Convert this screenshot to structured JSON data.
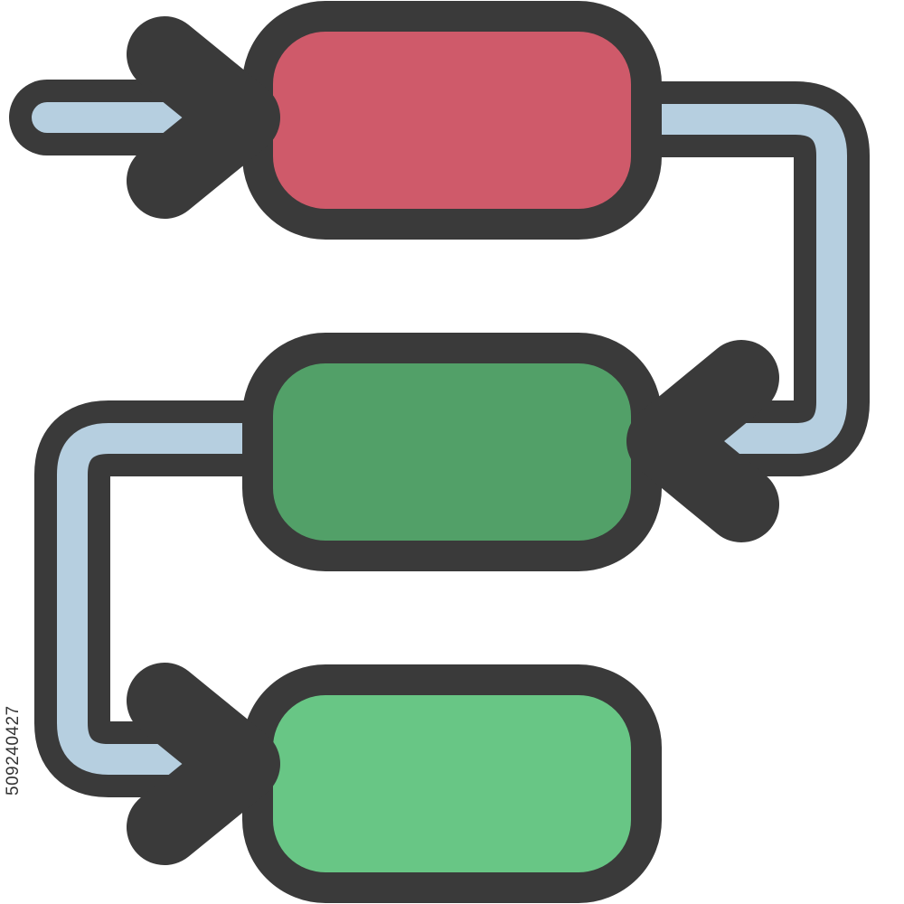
{
  "icon": {
    "name": "process-flow-icon",
    "colors": {
      "outline": "#3a3a3a",
      "arrow_fill": "#b6cfe0",
      "box_top": "#cf5a6a",
      "box_middle": "#52a068",
      "box_bottom": "#68c685",
      "background": "#ffffff"
    },
    "boxes": [
      {
        "id": "step-1",
        "color_key": "box_top"
      },
      {
        "id": "step-2",
        "color_key": "box_middle"
      },
      {
        "id": "step-3",
        "color_key": "box_bottom"
      }
    ],
    "connectors": [
      {
        "id": "incoming-arrow",
        "from": "outside",
        "to": "step-1"
      },
      {
        "id": "connector-1-2",
        "from": "step-1",
        "to": "step-2"
      },
      {
        "id": "connector-2-3",
        "from": "step-2",
        "to": "step-3"
      }
    ]
  },
  "watermark": {
    "stock_id": "509240427"
  }
}
